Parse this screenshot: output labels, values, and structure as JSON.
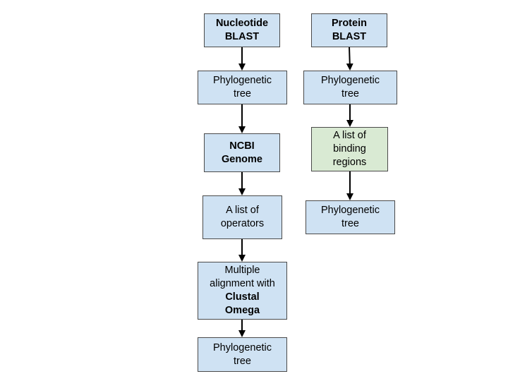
{
  "colors": {
    "node_blue": "#cfe2f3",
    "node_green": "#d9ead3",
    "border": "#4a4a4a",
    "arrow": "#000000"
  },
  "left_column": {
    "nucleotide_blast": [
      "Nucleotide",
      "BLAST"
    ],
    "phylo_tree_1": [
      "Phylogenetic",
      "tree"
    ],
    "ncbi_genome": [
      "NCBI",
      "Genome"
    ],
    "operators_list": [
      "A list of",
      "operators"
    ],
    "multiple_alignment": {
      "line1": "Multiple",
      "line2": "alignment with",
      "line3": "Clustal",
      "line4": "Omega"
    },
    "phylo_tree_2": [
      "Phylogenetic",
      "tree"
    ]
  },
  "right_column": {
    "protein_blast": [
      "Protein",
      "BLAST"
    ],
    "phylo_tree_1": [
      "Phylogenetic",
      "tree"
    ],
    "binding_regions": [
      "A list of",
      "binding",
      "regions"
    ],
    "phylo_tree_2": [
      "Phylogenetic",
      "tree"
    ]
  }
}
